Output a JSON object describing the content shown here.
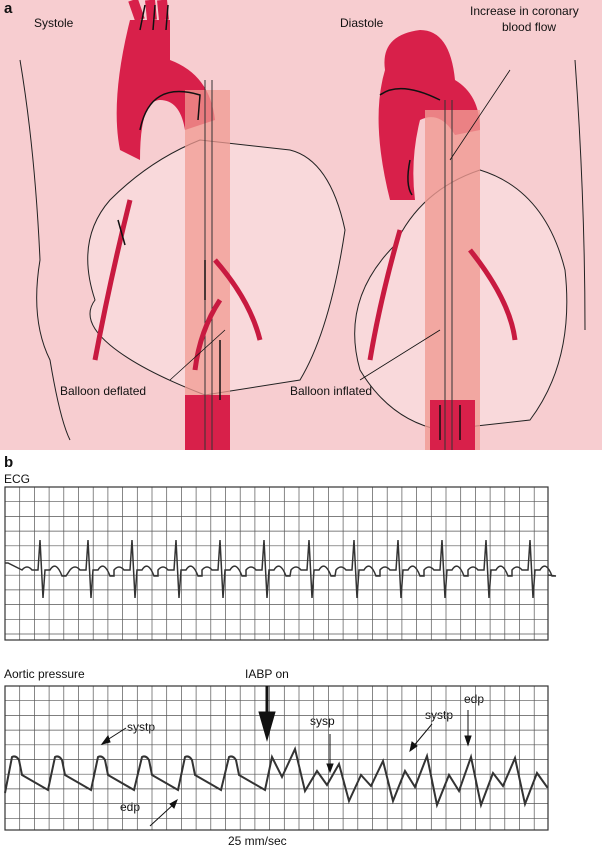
{
  "panel_a": {
    "letter": "a",
    "systole_label": "Systole",
    "diastole_label": "Diastole",
    "coronary_label_line1": "Increase in coronary",
    "coronary_label_line2": "blood flow",
    "balloon_deflated_label": "Balloon deflated",
    "balloon_inflated_label": "Balloon inflated"
  },
  "panel_b": {
    "letter": "b",
    "ecg_label": "ECG",
    "aortic_label": "Aortic pressure",
    "iabp_label": "IABP on",
    "systp_label_left": "systp",
    "edp_label_left": "edp",
    "sysp_label": "sysp",
    "systp_label_right": "systp",
    "edp_label_right": "edp",
    "speed_label": "25 mm/sec"
  },
  "colors": {
    "background_pink": "#f7cdd0",
    "aorta_red": "#d8204a",
    "balloon_pink": "#f09a92",
    "trace": "#333333"
  }
}
